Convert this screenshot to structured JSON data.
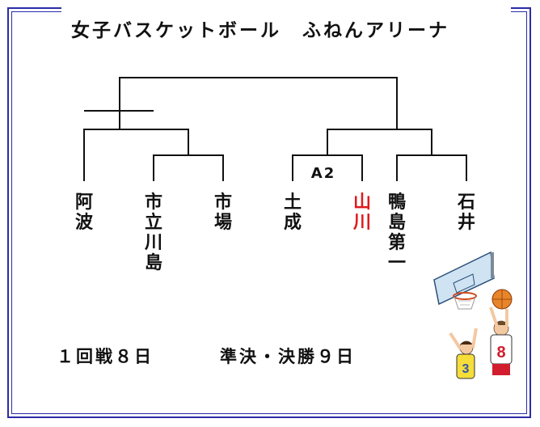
{
  "title": "女子バスケットボール　ふねんアリーナ",
  "teams": [
    {
      "name": "阿波",
      "chars": [
        "阿",
        "波"
      ],
      "highlight": false
    },
    {
      "name": "市立川島",
      "chars": [
        "市",
        "立",
        "川",
        "島"
      ],
      "highlight": false
    },
    {
      "name": "市場",
      "chars": [
        "市",
        "場"
      ],
      "highlight": false
    },
    {
      "name": "土成",
      "chars": [
        "土",
        "成"
      ],
      "highlight": false
    },
    {
      "name": "山川",
      "chars": [
        "山",
        "川"
      ],
      "highlight": true
    },
    {
      "name": "鴨島第一",
      "chars": [
        "鴨",
        "島",
        "第",
        "一"
      ],
      "highlight": false
    },
    {
      "name": "石井",
      "chars": [
        "石",
        "井"
      ],
      "highlight": false
    }
  ],
  "game_label": "A2",
  "schedule": {
    "round1": "１回戦８日",
    "semis_final": "準決・決勝９日"
  },
  "colors": {
    "frame": "#2c2ca8",
    "highlight": "#e0191e",
    "text": "#111111"
  },
  "icons": [
    "basketball-players-illustration"
  ]
}
